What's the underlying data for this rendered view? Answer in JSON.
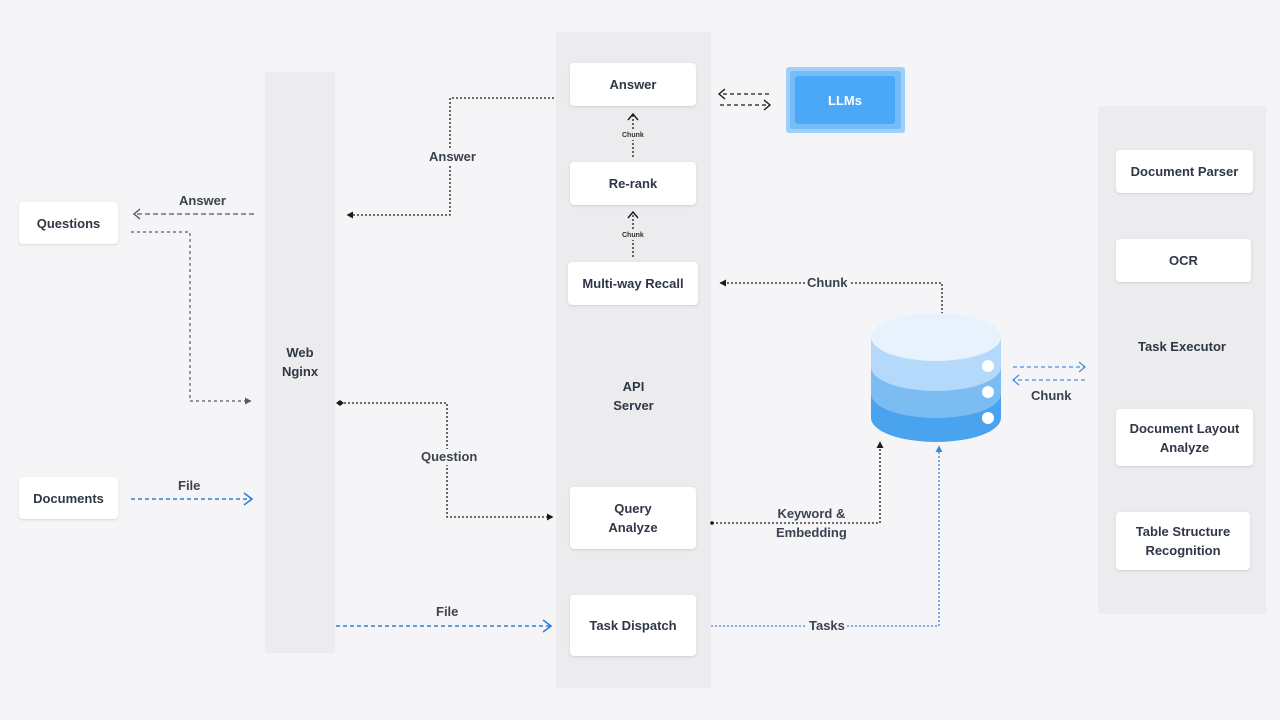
{
  "columns": {
    "web": "Web\nNginx",
    "api": "API\nServer",
    "executor": "Task Executor"
  },
  "boxes": {
    "questions": "Questions",
    "documents": "Documents",
    "answer": "Answer",
    "rerank": "Re-rank",
    "recall": "Multi-way Recall",
    "query": "Query\nAnalyze",
    "dispatch": "Task Dispatch",
    "llms": "LLMs",
    "parser": "Document Parser",
    "ocr": "OCR",
    "layout": "Document Layout\nAnalyze",
    "table": "Table Structure\nRecognition"
  },
  "edges": {
    "answer_left": "Answer",
    "answer_top": "Answer",
    "file_left": "File",
    "question": "Question",
    "file_bottom": "File",
    "chunk_small_1": "Chunk",
    "chunk_small_2": "Chunk",
    "chunk_recall": "Chunk",
    "chunk_executor": "Chunk",
    "keyword": "Keyword &\nEmbedding",
    "tasks": "Tasks"
  },
  "colors": {
    "background": "#f5f5f7",
    "column": "#ececef",
    "flow_black": "#1a1a1a",
    "flow_blue": "#2f7fd6",
    "db_top": "#d9ecfb",
    "db_mid": "#7bbcf3",
    "db_bottom": "#4aa3ee"
  }
}
